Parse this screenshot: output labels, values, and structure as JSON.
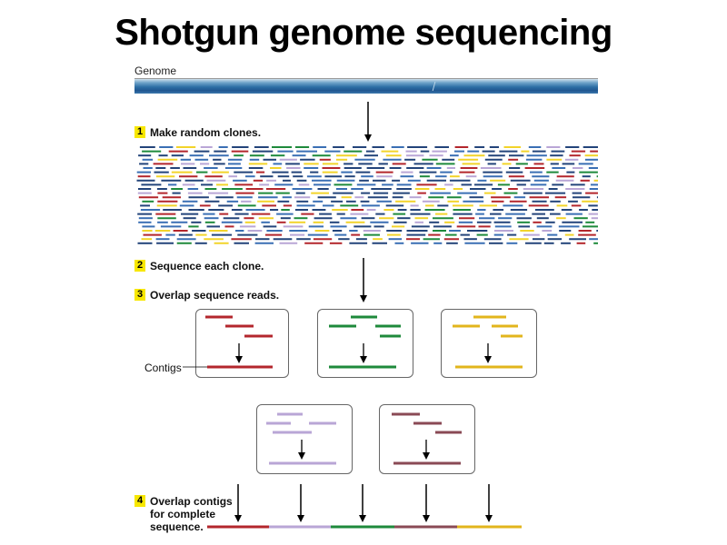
{
  "title": "Shotgun genome sequencing",
  "genome_label": "Genome",
  "steps": [
    {
      "num": "1",
      "text": "Make random clones."
    },
    {
      "num": "2",
      "text": "Sequence each clone."
    },
    {
      "num": "3",
      "text": "Overlap sequence reads."
    },
    {
      "num": "4",
      "text": "Overlap contigs\nfor complete\nsequence."
    }
  ],
  "contigs_label": "Contigs",
  "colors": {
    "red": "#b3262c",
    "green": "#1e8a3b",
    "yellow": "#e2b51c",
    "lavender": "#b9a6d6",
    "maroon": "#8a4a55",
    "navy": "#23447a",
    "blue": "#3a6fb4",
    "clone_yellow": "#f2d42a"
  }
}
